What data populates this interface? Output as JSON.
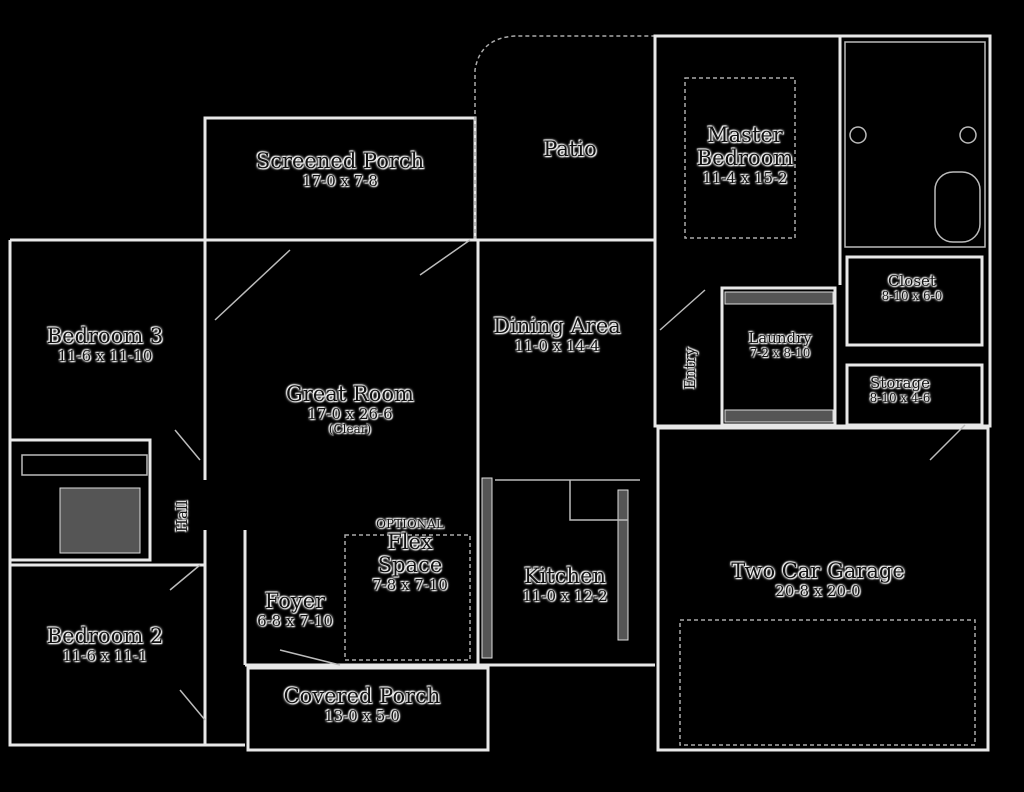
{
  "rooms": {
    "screened_porch": {
      "name": "Screened Porch",
      "size": "17-0 x 7-8"
    },
    "patio": {
      "name": "Patio"
    },
    "master_bedroom": {
      "name": "Master Bedroom",
      "size": "11-4 x 15-2"
    },
    "bedroom3": {
      "name": "Bedroom 3",
      "size": "11-6 x 11-10"
    },
    "great_room": {
      "name": "Great Room",
      "size": "17-0 x 26-6",
      "note": "(Clear)"
    },
    "dining": {
      "name": "Dining Area",
      "size": "11-0 x 14-4"
    },
    "laundry": {
      "name": "Laundry",
      "size": "7-2 x 8-10"
    },
    "closet": {
      "name": "Closet",
      "size": "8-10 x 6-0"
    },
    "storage": {
      "name": "Storage",
      "size": "8-10 x 4-6"
    },
    "entry": {
      "name": "Entry"
    },
    "hall": {
      "name": "Hall"
    },
    "flex": {
      "tag": "OPTIONAL",
      "name": "Flex Space",
      "size": "7-8 x 7-10"
    },
    "foyer": {
      "name": "Foyer",
      "size": "6-8 x 7-10"
    },
    "kitchen": {
      "name": "Kitchen",
      "size": "11-0 x 12-2"
    },
    "garage": {
      "name": "Two Car Garage",
      "size": "20-8 x 20-0"
    },
    "bedroom2": {
      "name": "Bedroom 2",
      "size": "11-6 x 11-1"
    },
    "covered_porch": {
      "name": "Covered Porch",
      "size": "13-0 x 5-0"
    }
  }
}
